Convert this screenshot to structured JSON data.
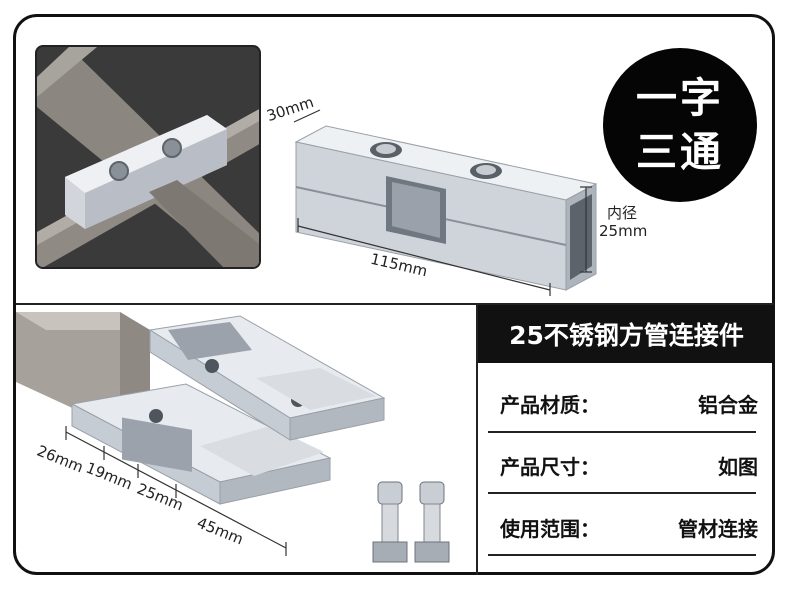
{
  "badge": {
    "line1": "一字",
    "line2": "三通"
  },
  "title": "25不锈钢方管连接件",
  "specs": [
    {
      "label": "产品材质：",
      "value": "铝合金"
    },
    {
      "label": "产品尺寸：",
      "value": "如图"
    },
    {
      "label": "使用范围：",
      "value": "管材连接"
    }
  ],
  "dimensions_top": {
    "width": "30mm",
    "inner_label": "内径",
    "inner_value": "25mm",
    "length": "115mm"
  },
  "dimensions_bottom": {
    "a": "26mm",
    "b": "19mm",
    "c": "25mm",
    "d": "45mm"
  },
  "colors": {
    "frame": "#111111",
    "badge_bg": "#050505",
    "title_bg": "#111111",
    "metal": "#c8ccd2"
  }
}
